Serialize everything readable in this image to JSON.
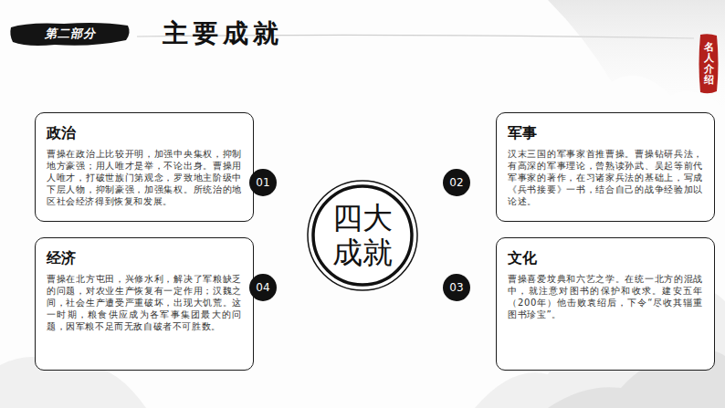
{
  "diagram": {
    "title": "主要成就",
    "nodes": [
      {
        "text": [
          "第二部分"
        ]
      },
      {
        "text": [
          "名人介绍"
        ]
      },
      {
        "text": [
          "政治",
          "曹操在政治上比较开明，加强中央集权，抑制地方豪强；用人唯才是举，不论出身。曹操用人唯才，打破世族门第观念，罗致地主阶级中下层人物，抑制豪强，加强集权。所统治的地区社会经济得到恢复和发展。"
        ]
      },
      {
        "text": [
          "01"
        ]
      },
      {
        "text": [
          "02"
        ]
      },
      {
        "text": [
          "军事",
          "汉末三国的军事家首推曹操。曹操钻研兵法，有高深的军事理论，曾熟读孙武、吴起等前代军事家的著作，在习诸家兵法的基础上，写成《兵书接要》一书，结合自己的战争经验加以论述。"
        ]
      },
      {
        "text": [
          "四大 成就"
        ]
      },
      {
        "text": [
          "经济",
          "曹操在北方屯田，兴修水利，解决了军粮缺乏的问题，对农业生产恢复有一定作用；汉魏之间，社会生产遭受严重破坏，出现大饥荒。这一时期，粮食供应成为各军事集团最大的问题，因军粮不足而无敌自破者不可胜数。"
        ]
      },
      {
        "text": [
          "04"
        ]
      },
      {
        "text": [
          "03"
        ]
      },
      {
        "text": [
          "文化",
          "曹操喜爱坟典和六艺之学。在统一北方的混战中，就注意对图书的保护和收求。建安五年（200年）他击败袁绍后，下令“尽收其辎重图书珍宝”。"
        ]
      }
    ]
  }
}
